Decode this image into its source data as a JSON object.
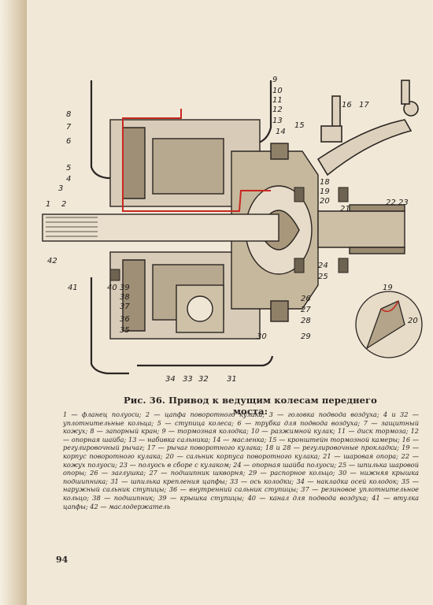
{
  "figure": {
    "caption": "Рис. 36. Привод к ведущим колесам переднего моста:",
    "callouts": {
      "n1": "1",
      "n2": "2",
      "n3": "3",
      "n4": "4",
      "n5": "5",
      "n6": "6",
      "n7": "7",
      "n8": "8",
      "n9": "9",
      "n10": "10",
      "n11": "11",
      "n12": "12",
      "n13": "13",
      "n14": "14",
      "n15": "15",
      "n16": "16",
      "n17": "17",
      "n18": "18",
      "n19": "19",
      "n20": "20",
      "n21": "21",
      "n22": "22",
      "n23": "23",
      "n24": "24",
      "n25": "25",
      "n26": "26",
      "n27": "27",
      "n28": "28",
      "n29": "29",
      "n30": "30",
      "n31": "31",
      "n32": "32",
      "n33": "33",
      "n34": "34",
      "n35": "35",
      "n36": "36",
      "n37": "37",
      "n38": "38",
      "n39": "39",
      "n40": "40",
      "n41": "41",
      "n42": "42",
      "inset19": "19",
      "inset20": "20"
    }
  },
  "legend_text": "1 — фланец полуоси; 2 — цапфа поворотного кулака; 3 — головка подвода воздуха; 4 и 32 — уплотнительные кольца; 5 — ступица колеса; 6 — трубка для подвода воздуха; 7 — защитный кожух; 8 — запорный кран; 9 — тормозная колодка; 10 — разжимной кулак; 11 — диск тормоза; 12 — опорная шайба; 13 — набивка сальника; 14 — масленка; 15 — кронштейн тормозной камеры; 16 — регулировочный рычаг; 17 — рычаг поворотного кулака; 18 и 28 — регулировочные прокладки; 19 — корпус поворотного кулака; 20 — сальник корпуса поворотного кулака; 21 — шаровая опора; 22 — кожух полуоси; 23 — полуось в сборе с кулаком; 24 — опорная шайба полуоси; 25 — шпилька шаровой опоры; 26 — заглушка; 27 — подшипник шкворня; 29 — распорное кольцо; 30 — нижняя крышка подшипника; 31 — шпилька крепления цапфы; 33 — ось колодки; 34 — накладка осей колодок; 35 — наружный сальник ступицы; 36 — внутренний сальник ступицы; 37 — резиновое уплотнительное кольцо; 38 — подшипник; 39 — крышка ступицы; 40 — канал для подвода воздуха; 41 — втулка цапфы; 42 — маслодержатель",
  "page_number": "94"
}
